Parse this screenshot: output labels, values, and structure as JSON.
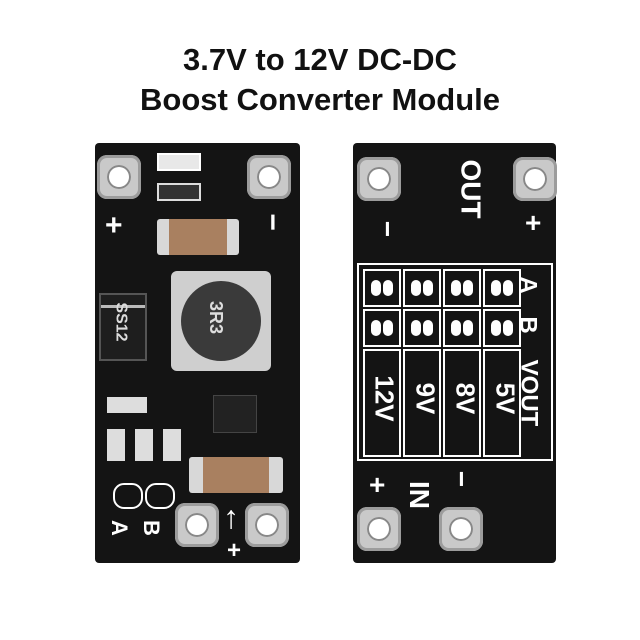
{
  "title": {
    "line1": "3.7V to 12V DC-DC",
    "line2": "Boost Converter Module"
  },
  "front": {
    "plus_label": "+",
    "minus_label": "−",
    "diode_label": "SS12",
    "inductor_label": "3R3",
    "jumper_a": "A",
    "jumper_b": "B",
    "arrow_label": "↑",
    "bottom_plus": "+"
  },
  "back": {
    "out_label": "OUT",
    "minus_top": "−",
    "plus_top": "+",
    "in_label": "IN",
    "plus_bottom": "+",
    "minus_bottom": "−",
    "col_a": "A",
    "col_b": "B",
    "col_vout": "VOUT",
    "v5": "5V",
    "v8": "8V",
    "v9": "9V",
    "v12": "12V"
  },
  "colors": {
    "board": "#141414",
    "pad": "#c9c9c9",
    "silk": "#ffffff"
  }
}
